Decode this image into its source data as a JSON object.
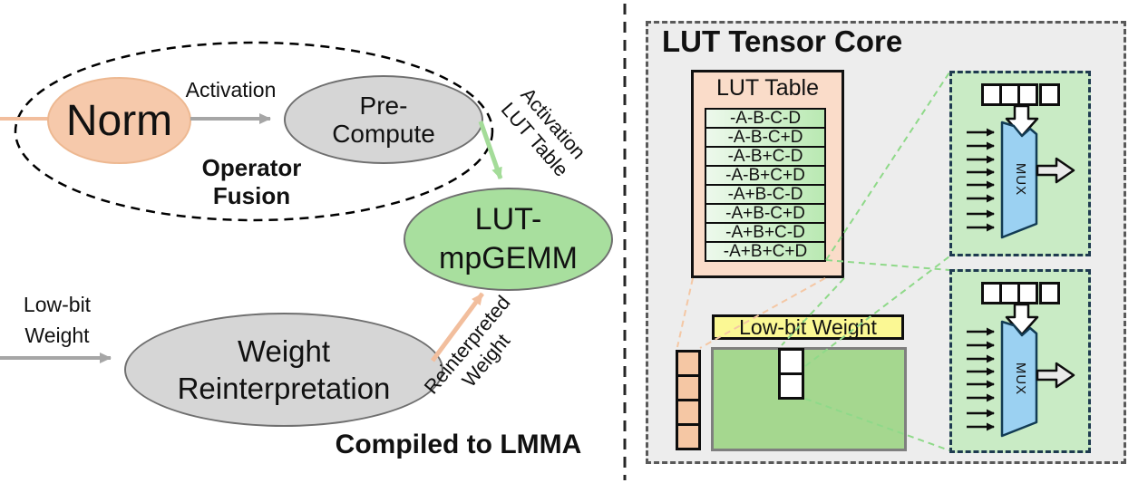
{
  "figure": {
    "left": {
      "norm_label": "Norm",
      "activation_label": "Activation",
      "pre_compute_lines": [
        "Pre-",
        "Compute"
      ],
      "operator_fusion_lines": [
        "Operator",
        "Fusion"
      ],
      "activation_lut_table_lines": [
        "Activation",
        "LUT Table"
      ],
      "lut_mpgemm_lines": [
        "LUT-",
        "mpGEMM"
      ],
      "low_bit_weight_lines": [
        "Low-bit",
        "Weight"
      ],
      "weight_reinterpretation_lines": [
        "Weight",
        "Reinterpretation"
      ],
      "reinterpreted_weight_lines": [
        "Reinterpreted",
        "Weight"
      ],
      "compiled_to_lmma_label": "Compiled to LMMA"
    },
    "right": {
      "title": "LUT Tensor Core",
      "lut_table": {
        "title": "LUT Table",
        "rows": [
          "-A-B-C-D",
          "-A-B-C+D",
          "-A-B+C-D",
          "-A-B+C+D",
          "-A+B-C-D",
          "-A+B-C+D",
          "-A+B+C-D",
          "-A+B+C+D"
        ]
      },
      "low_bit_weight_label": "Low-bit Weight",
      "mux_units": [
        {
          "label": "MUX"
        },
        {
          "label": "MUX"
        }
      ]
    },
    "colors": {
      "salmon": "#F6C9AB",
      "gray_node": "#D6D6D6",
      "green_node": "#A8DF9E",
      "green_arrow": "#A4DC99",
      "orange_arrow": "#F2BE9D",
      "mux_blue": "#9BD1F2",
      "highlight_yellow": "#FBF894",
      "matrix_green": "#A5D78F",
      "panel_gray": "#EDEDED"
    }
  }
}
